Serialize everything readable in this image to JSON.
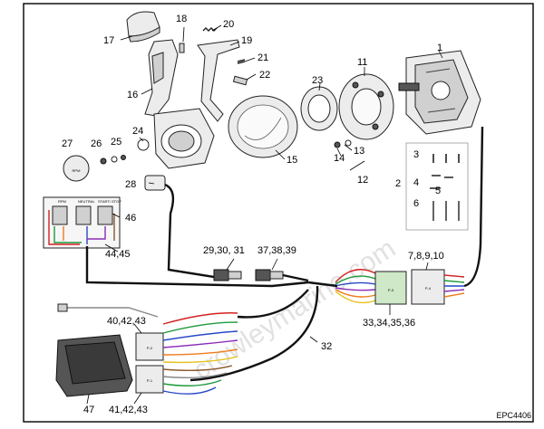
{
  "callouts": {
    "c1": "1",
    "c2": "2",
    "c3": "3",
    "c4": "4",
    "c5": "5",
    "c6": "6",
    "c11": "11",
    "c12": "12",
    "c13": "13",
    "c14": "14",
    "c15": "15",
    "c16": "16",
    "c17": "17",
    "c18": "18",
    "c19": "19",
    "c20": "20",
    "c21": "21",
    "c22": "22",
    "c23": "23",
    "c24": "24",
    "c25": "25",
    "c26": "26",
    "c27": "27",
    "c28": "28",
    "c29_31": "29,30, 31",
    "c37_39": "37,38,39",
    "c7_10": "7,8,9,10",
    "c33_36": "33,34,35,36",
    "c32": "32",
    "c40": "40,42,43",
    "c41": "41,42,43",
    "c44_45": "44,45",
    "c46": "46",
    "c47": "47"
  },
  "connector_labels": {
    "p2": "P-2",
    "p1": "P-1",
    "p3": "P-3",
    "p4": "P-4"
  },
  "harness_labels": {
    "rpm": "RPM",
    "neutral": "NEUTRAL",
    "start_stop": "START/ STOP"
  },
  "emblem": "RPM",
  "code": "EPC4406",
  "watermark": "crowleymarine.com",
  "colors": {
    "wire_black": "#111111",
    "wire_red": "#d22020",
    "wire_green": "#1e9a3a",
    "wire_blue": "#2747c8",
    "wire_purple": "#8a2bb8",
    "wire_orange": "#f07a1a",
    "wire_yellow": "#e6c21a",
    "wire_brown": "#8a5a2b",
    "wire_grey": "#888888",
    "connector_green": "#cfe8c8"
  }
}
